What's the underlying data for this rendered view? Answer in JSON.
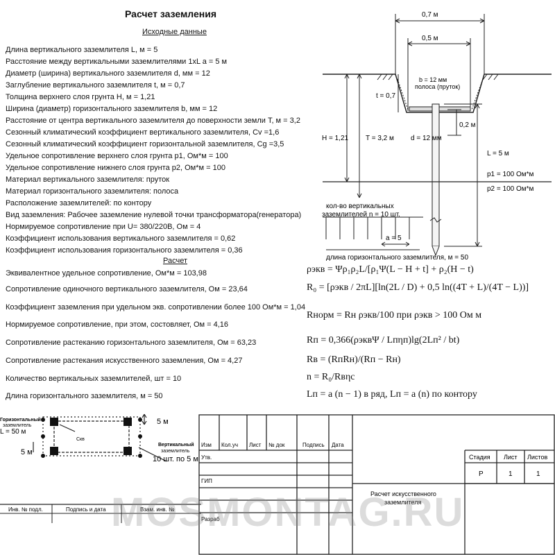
{
  "title": "Расчет заземления",
  "input_heading": "Исходные данные",
  "params": [
    "Длина вертикального заземлителя L, м = 5",
    "Расстояние между вертикальными заземлителями 1хL a = 5 м",
    "Диаметр (ширина) вертикального заземлителя d, мм = 12",
    "Заглубление вертикального заземлителя t, м = 0,7",
    "Толщина верхнего слоя грунта H, м = 1,21",
    "Ширина (диаметр) горизонтального заземлителя b, мм = 12",
    "Расстояние от центра вертикального заземлителя до поверхности земли T, м = 3,2",
    "Сезонный климатический коэффициент вертикального заземлителя, Cv =1,6",
    "Сезонный климатический коэффициент горизонтальной заземлителя, Cg =3,5",
    "Удельное сопротивление верхнего слоя грунта  p1, Ом*м = 100",
    "Удельное сопротивление нижнего слоя грунта  p2, Ом*м = 100",
    "Материал вертикального заземлителя: пруток",
    "Материал горизонтального заземлителя: полоса",
    "Расположение заземлителей: по контору",
    "Вид заземления: Рабочее заземление нулевой точки трансформатора(генератора)",
    "Нормируемое сопротивление при U= 380/220В, Ом = 4",
    "Коэффициент использования вертикального заземлителя = 0,62",
    "Коэффициент использования горизонтального заземлителя = 0,36"
  ],
  "calc_heading": "Расчет",
  "results": [
    "Эквивалентное удельное сопротивление, Ом*м = 103,98",
    "Сопротивление одиночного вертикального заземлителя, Ом = 23,64",
    "Коэффициент заземления при удельном экв. сопротивлении более 100 Ом*м  = 1,04",
    "Нормируемое сопротивление, при этом, состовляет, Ом = 4,16",
    "Сопротивление растеканию горизонтального заземлителя, Ом = 63,23",
    "Сопротивление растекания  искусственного заземления, Ом = 4,27",
    "Количество вертикальных заземлителей, шт = 10",
    "Длина горизонтального заземлителя, м = 50"
  ],
  "formulas": [
    "ρэкв = Ψρ₁ρ₂L/[ρ₁Ψ(L − H + t] + ρ₂(H − t)",
    "R₀ = [ρэкв / 2πL][ln(2L / D) + 0,5 ln((4T + L)/(4T − L))]",
    "Rнорм = Rн ρэкв/100 при  ρэкв > 100 Ом м",
    "Rп = 0,366(ρэквΨ / Lпηп)lg(2Lп² / bt)",
    "Rв = (RпRн)/(Rп − Rн)",
    "n = R₀/Rвηс",
    "Lп = a (n − 1)  в ряд,  Lп = a (n)  по контору"
  ],
  "section_diagram": {
    "dim_07": "0,7 м",
    "dim_05": "0,5 м",
    "b_label": "b = 12 мм",
    "strip_label": "полоса (пруток)",
    "t_label": "t = 0,7",
    "dim_02": "0,2 м",
    "H_label": "H = 1,21",
    "T_label": "T = 3,2 м",
    "d_label": "d = 12 мм",
    "L_label": "L = 5 м",
    "p1_label": "p1 = 100 Ом*м",
    "p2_label": "p2 = 100 Ом*м",
    "count_label_1": "кол-во вертикальных",
    "count_label_2": "заземлителей n = 10 шт.",
    "a_label": "a = 5",
    "length_label": "длина горизонтального заземлителя, м = 50"
  },
  "plan_diagram": {
    "horiz_1": "Горизонтальный",
    "horiz_2": "заземлитель",
    "horiz_len": "L = 50 м",
    "well_label": "Скв",
    "dim_5m_right": "5 м",
    "dim_5m_left": "5 м",
    "vert_1": "Вертикальный",
    "vert_2": "заземлитель",
    "vert_count": "10 шт. по 5 м"
  },
  "title_block": {
    "col_izm": "Изм",
    "col_kol": "Кол.уч",
    "col_list": "Лист",
    "col_doc": "№ док",
    "col_sign": "Подпись",
    "col_date": "Дата",
    "row_utv": "Утв.",
    "row_gip": "ГИП",
    "row_razrab": "Разраб",
    "stage_h": "Стадия",
    "sheet_h": "Лист",
    "sheets_h": "Листов",
    "stage_v": "Р",
    "sheet_v": "1",
    "sheets_v": "1",
    "doc_title_1": "Расчет искусственного",
    "doc_title_2": "заземлителя"
  },
  "inv_block": {
    "inv_podl": "Инв. № подл.",
    "sign_date": "Подпись и дата",
    "vzam": "Взам. инв. №"
  },
  "watermark": "MOSMONTAG.RU"
}
